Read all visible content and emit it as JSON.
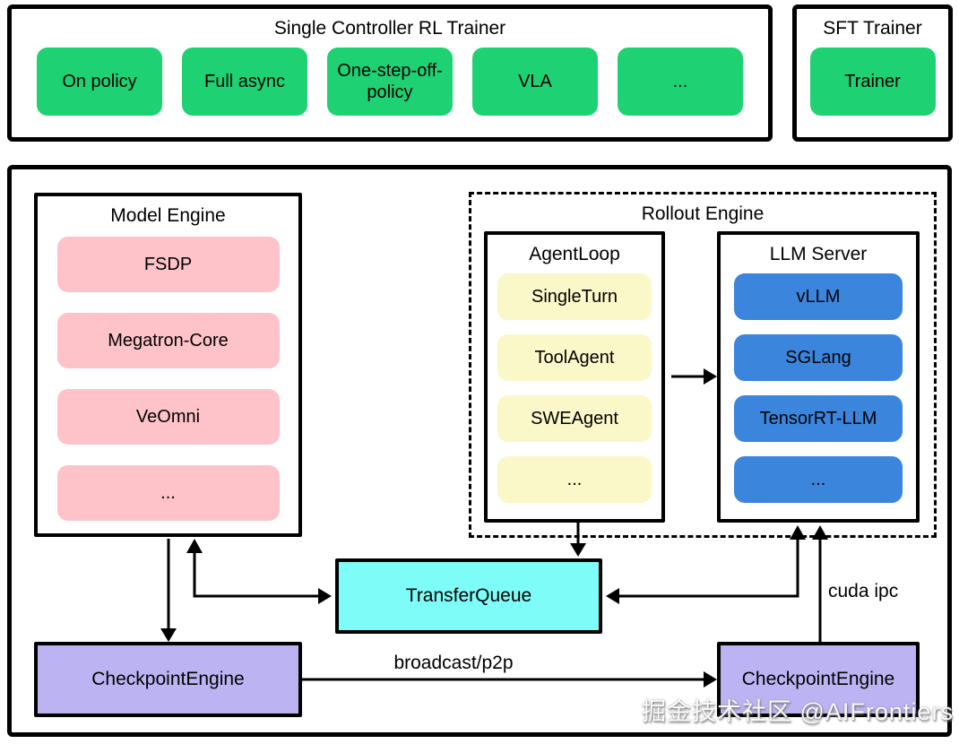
{
  "rl_trainer": {
    "title": "Single Controller RL Trainer",
    "items": [
      "On policy",
      "Full async",
      "One-step-off-policy",
      "VLA",
      "..."
    ]
  },
  "sft_trainer": {
    "title": "SFT Trainer",
    "items": [
      "Trainer"
    ]
  },
  "model_engine": {
    "title": "Model Engine",
    "items": [
      "FSDP",
      "Megatron-Core",
      "VeOmni",
      "..."
    ]
  },
  "rollout_engine": {
    "title": "Rollout Engine",
    "agent_loop": {
      "title": "AgentLoop",
      "items": [
        "SingleTurn",
        "ToolAgent",
        "SWEAgent",
        "..."
      ]
    },
    "llm_server": {
      "title": "LLM Server",
      "items": [
        "vLLM",
        "SGLang",
        "TensorRT-LLM",
        "..."
      ]
    }
  },
  "transfer_queue": {
    "label": "TransferQueue"
  },
  "checkpoint_engine_left": {
    "label": "CheckpointEngine"
  },
  "checkpoint_engine_right": {
    "label": "CheckpointEngine"
  },
  "edge_labels": {
    "broadcast": "broadcast/p2p",
    "cuda_ipc": "cuda ipc"
  },
  "watermark": "掘金技术社区 @AIFrontiers",
  "colors": {
    "node_green": "#1ed274",
    "node_pink": "#fdc3c9",
    "node_yellow": "#faf7c8",
    "node_blue": "#3b85dd",
    "node_cyan": "#7efcf7",
    "node_purple": "#bcb4f2",
    "line": "#000000"
  }
}
